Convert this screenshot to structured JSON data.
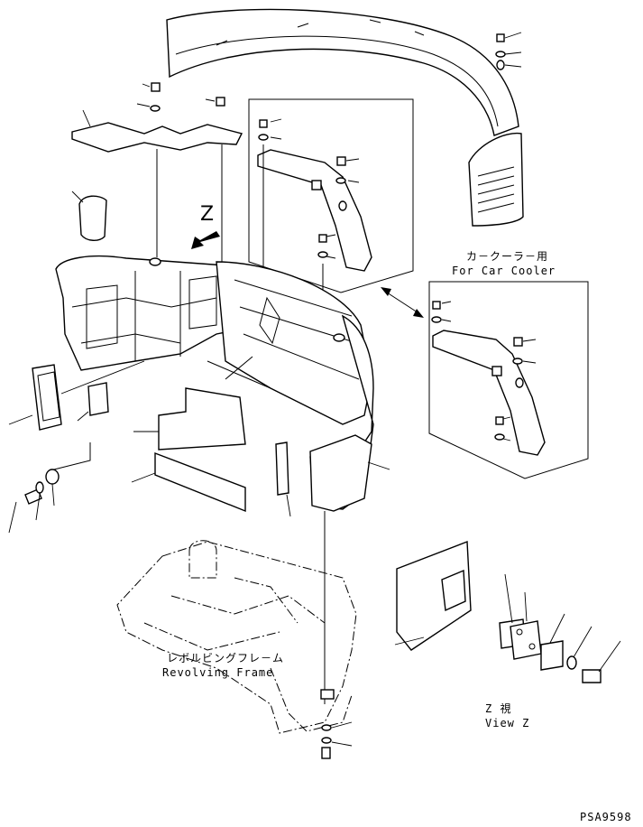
{
  "labels": {
    "car_cooler_jp": "カ－クーラ－用",
    "car_cooler_en": "For Car Cooler",
    "frame_jp": "レボルビングフレ－ム",
    "frame_en": "Revolving Frame",
    "view_jp": "Z  視",
    "view_en": "View Z",
    "view_marker": "Z",
    "drawing_number": "PSA9598"
  },
  "colors": {
    "line": "#000000",
    "background": "#ffffff"
  }
}
